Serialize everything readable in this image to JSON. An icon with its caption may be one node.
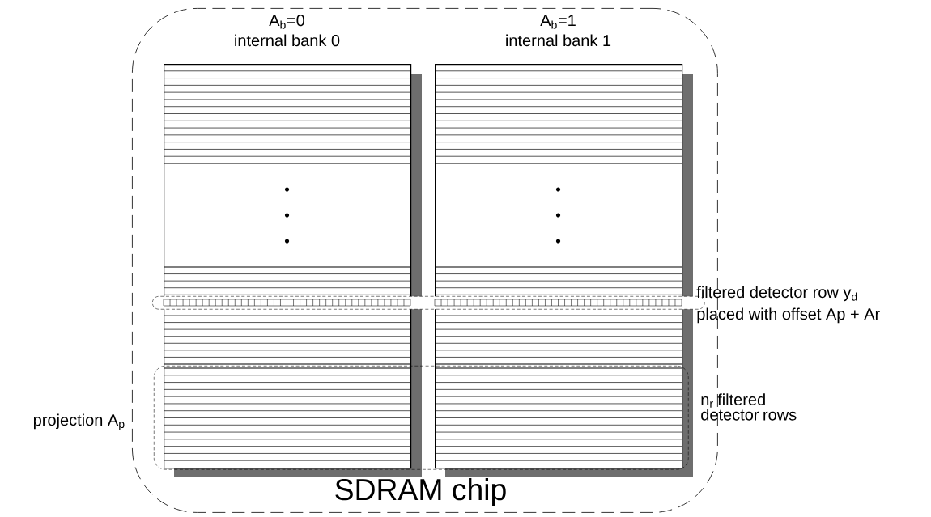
{
  "diagram": {
    "nodes": [
      {
        "text": [
          "SDRAM chip"
        ]
      },
      {
        "text": [
          "A$_{b}$=0",
          "internal bank 0"
        ],
        "in": 0
      },
      {
        "text": [
          "A$_{b}$=1",
          "internal bank 1"
        ],
        "in": 0
      },
      {
        "text": [],
        "shape": "capsule",
        "in": 0,
        "beside": [
          "filtered detector row y$_{d}$",
          "placed with offset Ap + Ar"
        ]
      },
      {
        "text": [],
        "shape": "box",
        "in": 0,
        "beside": [
          "projection A$_{p}$",
          "n$_{r}$ filtered detector rows"
        ]
      }
    ]
  }
}
